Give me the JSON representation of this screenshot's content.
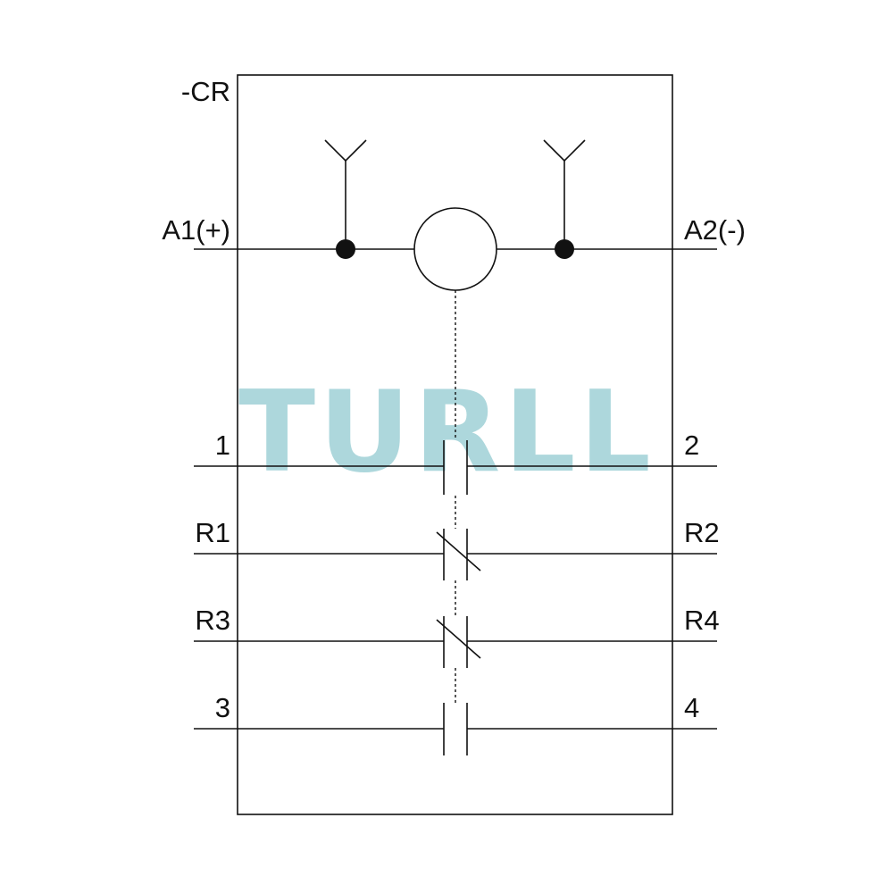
{
  "component_label": "-CR",
  "coil": {
    "left_terminal": "A1(+)",
    "right_terminal": "A2(-)"
  },
  "contacts": [
    {
      "left_terminal": "1",
      "right_terminal": "2",
      "type": "normally-open"
    },
    {
      "left_terminal": "R1",
      "right_terminal": "R2",
      "type": "normally-closed"
    },
    {
      "left_terminal": "R3",
      "right_terminal": "R4",
      "type": "normally-closed"
    },
    {
      "left_terminal": "3",
      "right_terminal": "4",
      "type": "normally-open"
    }
  ],
  "watermark": {
    "text": "TURLL",
    "color": "#8ec9cf"
  },
  "colors": {
    "line": "#111111",
    "background": "#ffffff"
  }
}
